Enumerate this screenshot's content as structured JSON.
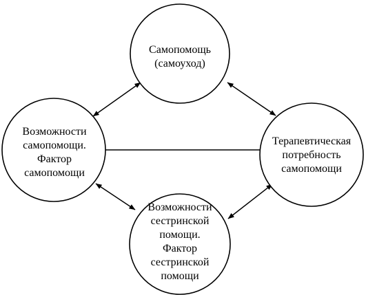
{
  "nodes": {
    "self_care": {
      "lines": [
        "Самопомощь",
        "(самоуход)"
      ]
    },
    "self_care_agency": {
      "lines": [
        "Возможности",
        "самопомощи.",
        "Фактор",
        "самопомощи"
      ]
    },
    "therapeutic_demand": {
      "lines": [
        "Терапевтическая",
        "потребность",
        "самопомощи"
      ]
    },
    "nursing_agency": {
      "lines": [
        "Возможности",
        "сестринской",
        "помощи.",
        "Фактор",
        "сестринской",
        "помощи"
      ]
    }
  },
  "colors": {
    "stroke": "#000000",
    "background": "#ffffff"
  }
}
